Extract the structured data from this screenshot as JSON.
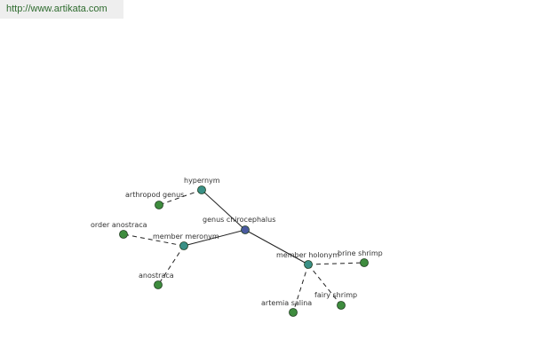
{
  "site_link": {
    "text": "http://www.artikata.com"
  },
  "graph": {
    "center": {
      "label": "genus chirocephalus",
      "color": "#4a5aa0"
    },
    "relations": [
      {
        "label": "hypernym",
        "color": "#3a9086",
        "members": [
          {
            "label": "arthropod genus",
            "color": "#3e8c3e"
          }
        ]
      },
      {
        "label": "member meronym",
        "color": "#3a9086",
        "members": [
          {
            "label": "order anostraca",
            "color": "#3e8c3e"
          },
          {
            "label": "anostraca",
            "color": "#3e8c3e"
          }
        ]
      },
      {
        "label": "member holonym",
        "color": "#3a9086",
        "members": [
          {
            "label": "brine shrimp",
            "color": "#3e8c3e"
          },
          {
            "label": "fairy shrimp",
            "color": "#3e8c3e"
          },
          {
            "label": "artemia salina",
            "color": "#3e8c3e"
          }
        ]
      }
    ]
  }
}
